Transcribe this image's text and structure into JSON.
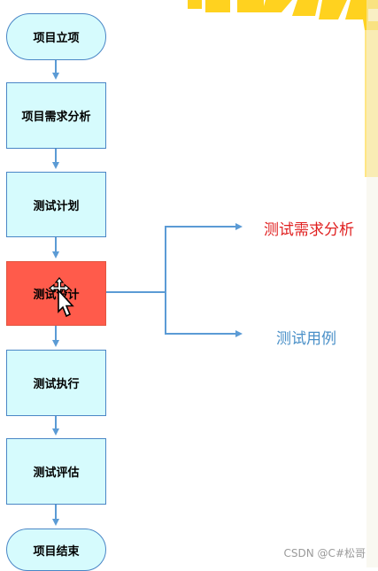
{
  "flow": {
    "nodes": [
      {
        "label": "项目立项",
        "shape": "terminal"
      },
      {
        "label": "项目需求分析",
        "shape": "process"
      },
      {
        "label": "测试计划",
        "shape": "process"
      },
      {
        "label": "测试设计",
        "shape": "process",
        "highlighted": true
      },
      {
        "label": "测试执行",
        "shape": "process"
      },
      {
        "label": "测试评估",
        "shape": "process"
      },
      {
        "label": "项目结束",
        "shape": "terminal"
      }
    ],
    "branches": [
      {
        "label": "测试需求分析",
        "color": "#e02020"
      },
      {
        "label": "测试用例",
        "color": "#4a90c8"
      }
    ]
  },
  "colors": {
    "node_fill": "#d6fbfd",
    "node_border": "#4a86c6",
    "highlight_fill": "#ff5b4b",
    "connector": "#5b9bd5",
    "decor_yellow": "#ffd21f"
  },
  "watermark": "CSDN @C#松哥",
  "cursor": "move-cursor-icon"
}
